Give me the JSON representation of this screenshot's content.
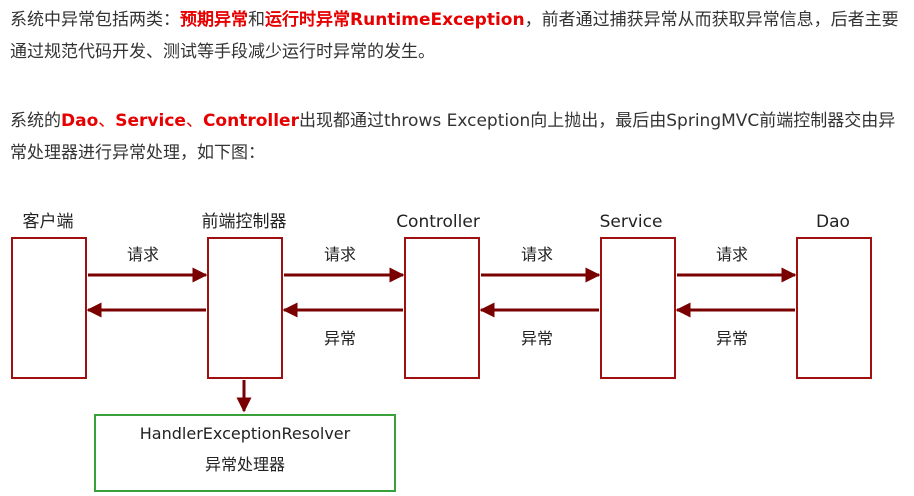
{
  "intro": {
    "p1": {
      "t1": "系统中异常包括两类：",
      "h1": "预期异常",
      "t2": "和",
      "h2": "运行时异常RuntimeException",
      "t3": "，前者通过捕获异常从而获取异常信息，后者主要通过规范代码开发、测试等手段减少运行时异常的发生。"
    },
    "p2": {
      "t1": "系统的",
      "h1": "Dao",
      "s1": "、",
      "h2": "Service",
      "s2": "、",
      "h3": "Controller",
      "t2": "出现都通过throws Exception向上抛出，最后由SpringMVC前端控制器交由异常处理器进行异常处理，如下图："
    }
  },
  "diagram": {
    "nodes": [
      {
        "id": "client",
        "label": "客户端"
      },
      {
        "id": "front",
        "label": "前端控制器"
      },
      {
        "id": "controller",
        "label": "Controller"
      },
      {
        "id": "service",
        "label": "Service"
      },
      {
        "id": "dao",
        "label": "Dao"
      }
    ],
    "request_label": "请求",
    "exception_label": "异常",
    "resolver": {
      "name": "HandlerExceptionResolver",
      "desc": "异常处理器"
    },
    "colors": {
      "box": "#a01010",
      "arrow": "#7a0000",
      "resolver_border": "#3aa03a",
      "highlight": "#e60000"
    }
  }
}
